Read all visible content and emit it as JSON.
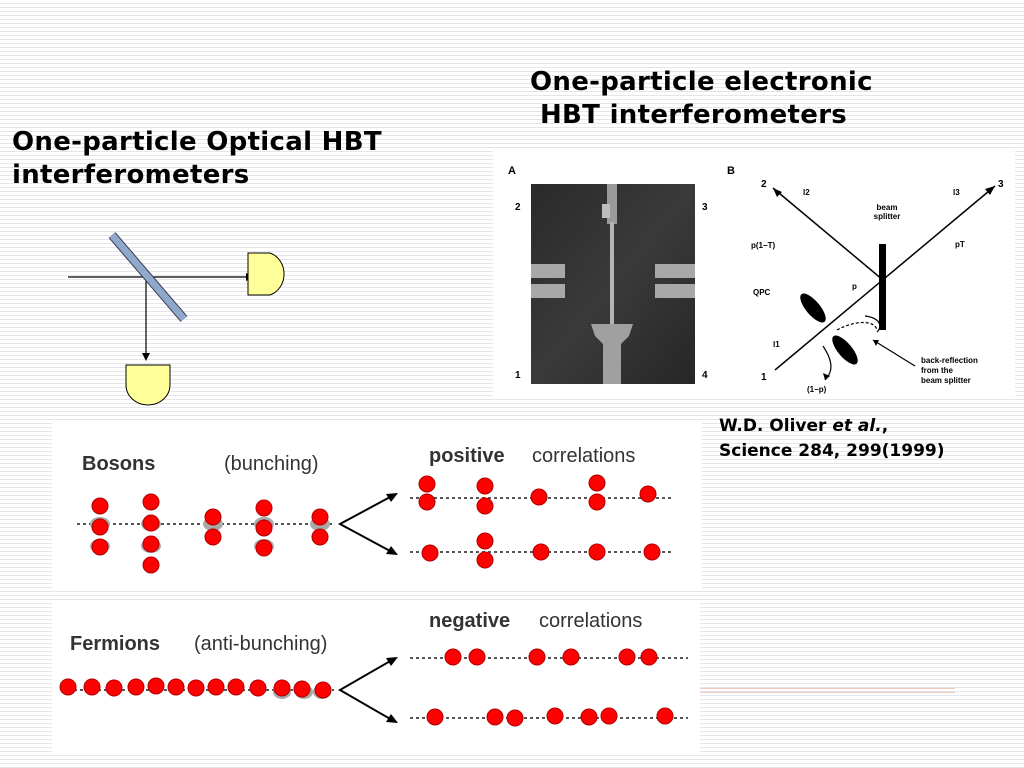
{
  "titles": {
    "electronic_line1": "One-particle electronic",
    "electronic_line2": "HBT interferometers",
    "optical_line1": "One-particle Optical HBT",
    "optical_line2": "interferometers"
  },
  "figure": {
    "panel_a": "A",
    "panel_b": "B",
    "ports_a": [
      "2",
      "3",
      "1",
      "4"
    ],
    "ports_b": [
      "2",
      "3",
      "1"
    ],
    "labels": {
      "l2": "l2",
      "l3": "l3",
      "l1": "l1",
      "beam_splitter": "beam splitter",
      "p1t": "p(1−T)",
      "pt": "pT",
      "qpc": "QPC",
      "p": "p",
      "one_minus_p": "(1−p)",
      "back_reflection_1": "back-reflection",
      "back_reflection_2": "from the",
      "back_reflection_3": "beam splitter"
    }
  },
  "citation": {
    "authors": "W.D. Oliver ",
    "etal": "et al.",
    "comma": ",",
    "journal": "Science 284, 299(1999)"
  },
  "bosons": {
    "name": "Bosons",
    "behavior": "(bunching)",
    "result_bold": "positive",
    "result": "correlations"
  },
  "fermions": {
    "name": "Fermions",
    "behavior": "(anti-bunching)",
    "result_bold": "negative",
    "result": "correlations"
  },
  "colors": {
    "particle": "#ff0000",
    "detector": "#ffff99",
    "splitter": "#8fa8cc"
  }
}
